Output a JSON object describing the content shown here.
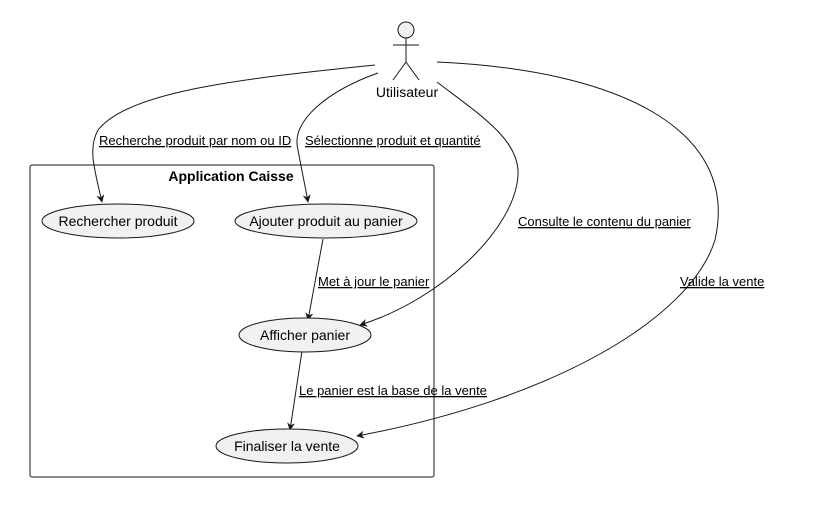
{
  "diagram": {
    "type": "use-case",
    "actor": {
      "name": "Utilisateur",
      "icon": "stick-figure-icon"
    },
    "system": {
      "title": "Application Caisse"
    },
    "use_cases": [
      {
        "id": "rechercher",
        "label": "Rechercher produit"
      },
      {
        "id": "ajouter",
        "label": "Ajouter produit au panier"
      },
      {
        "id": "afficher",
        "label": "Afficher panier"
      },
      {
        "id": "finaliser",
        "label": "Finaliser la vente"
      }
    ],
    "relations": [
      {
        "from": "actor",
        "to": "rechercher",
        "label": "Recherche produit par nom ou ID"
      },
      {
        "from": "actor",
        "to": "ajouter",
        "label": "Sélectionne produit et quantité"
      },
      {
        "from": "actor",
        "to": "afficher",
        "label": "Consulte le contenu du panier"
      },
      {
        "from": "actor",
        "to": "finaliser",
        "label": "Valide la vente"
      },
      {
        "from": "ajouter",
        "to": "afficher",
        "label": "Met à jour le panier"
      },
      {
        "from": "afficher",
        "to": "finaliser",
        "label": "Le panier est la base de la vente"
      }
    ],
    "colors": {
      "use_case_fill": "#F1F1F1",
      "stroke": "#181818",
      "background": "#FFFFFF"
    }
  }
}
